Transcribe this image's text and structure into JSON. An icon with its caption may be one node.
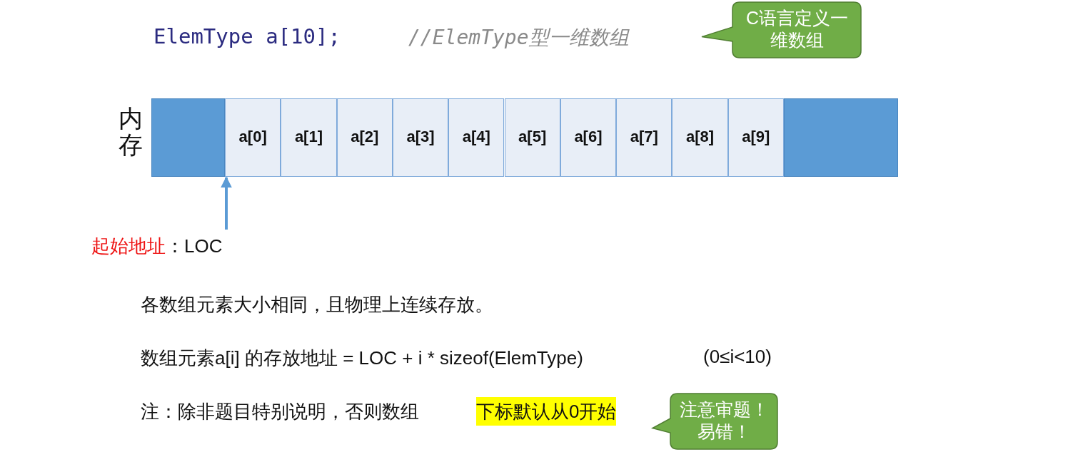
{
  "diagram": {
    "nodes": [
      {
        "text": [
          "C语言定义一维数组"
        ]
      },
      {
        "text": [],
        "shape": "box"
      },
      {
        "text": [
          "a[0]"
        ]
      },
      {
        "text": [
          "a[1]"
        ]
      },
      {
        "text": [
          "a[2]"
        ]
      },
      {
        "text": [
          "a[3]"
        ]
      },
      {
        "text": [
          "a[4]"
        ]
      },
      {
        "text": [
          "a[5]"
        ]
      },
      {
        "text": [
          "a[6]"
        ]
      },
      {
        "text": [
          "a[7]"
        ]
      },
      {
        "text": [
          "a[8]"
        ]
      },
      {
        "text": [
          "a[9]"
        ]
      },
      {
        "text": [],
        "shape": "box"
      },
      {
        "text": [
          "起始地址",
          "：LOC"
        ]
      },
      {
        "text": [
          "注意审题！易错！"
        ]
      }
    ],
    "edges": [
      {
        "from": 13,
        "to": 2,
        "arrow": "to"
      }
    ],
    "labels": [
      "ElemType a[10];",
      "//ElemType型一维数组",
      "内存",
      "各数组元素大小相同，且物理上连续存放。",
      "数组元素a[i] 的存放地址 = LOC + i * sizeof(ElemType)",
      "(0≤i<10)",
      "注：除非题目特别说明，否则数组",
      "下标默认从0开始"
    ]
  }
}
